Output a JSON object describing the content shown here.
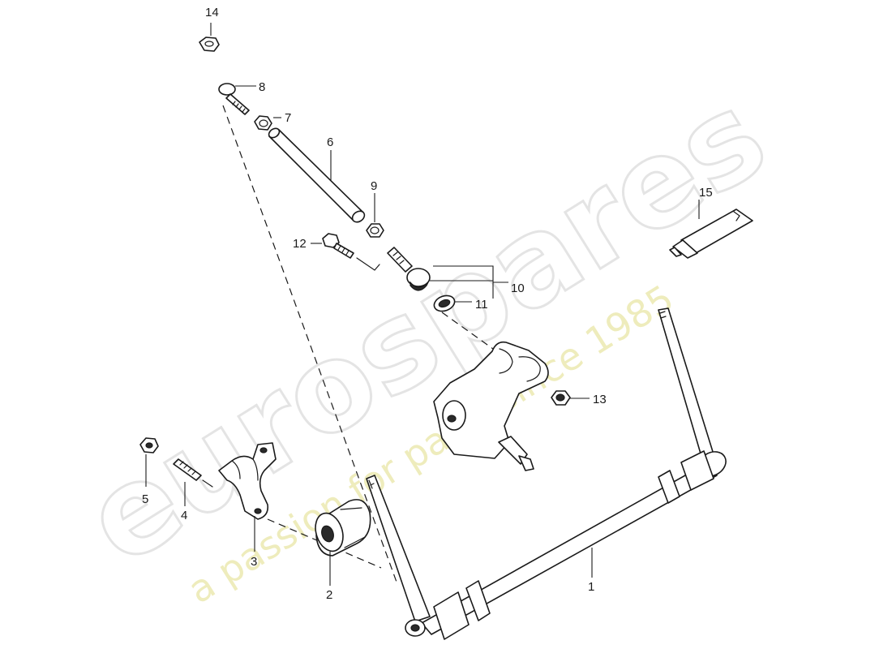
{
  "watermark": {
    "brand": "eurospares",
    "tagline": "a passion for parts since 1985"
  },
  "callouts": {
    "c1": "1",
    "c2": "2",
    "c3": "3",
    "c4": "4",
    "c5": "5",
    "c6": "6",
    "c7": "7",
    "c8": "8",
    "c9": "9",
    "c10": "10",
    "c11": "11",
    "c12": "12",
    "c13": "13",
    "c14": "14",
    "c15": "15"
  },
  "colors": {
    "line": "#1a1a1a",
    "watermark_grey": "#cfcfcf",
    "watermark_yellow": "#e9e6a6"
  }
}
